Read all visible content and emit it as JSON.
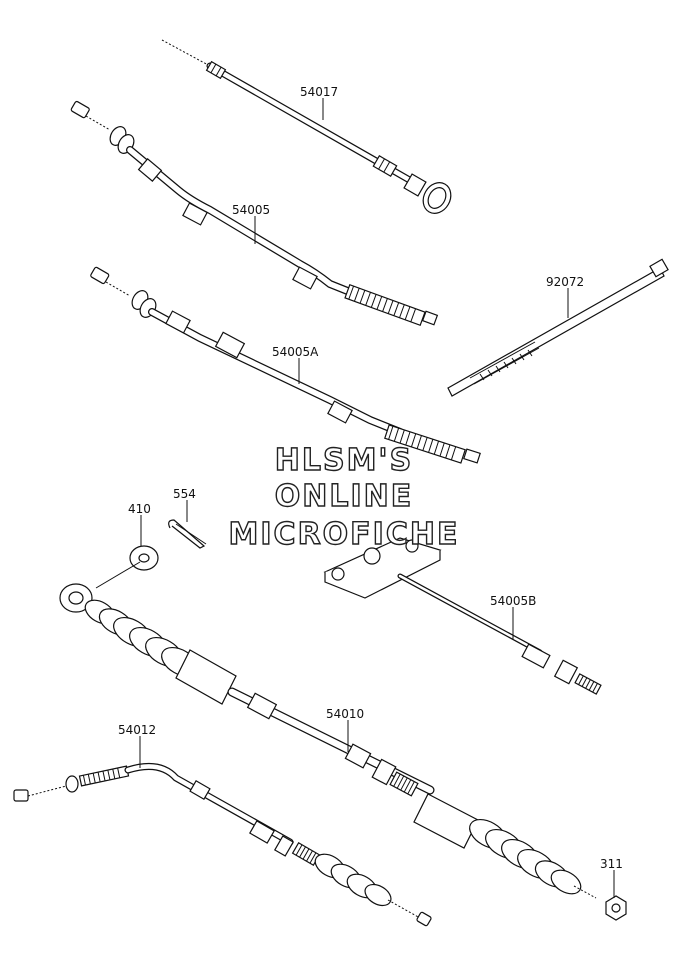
{
  "parts": {
    "p54017": "54017",
    "p54005": "54005",
    "p54005A": "54005A",
    "p92072": "92072",
    "p554": "554",
    "p410": "410",
    "p54005B": "54005B",
    "p54010": "54010",
    "p54012": "54012",
    "p311": "311"
  },
  "watermark": {
    "line1": "HLSM'S",
    "line2": "ONLINE",
    "line3": "MICROFICHE"
  }
}
